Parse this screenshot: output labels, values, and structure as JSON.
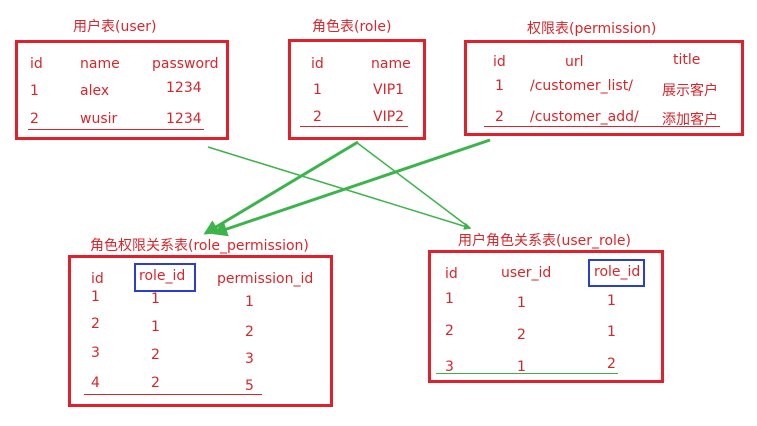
{
  "colors": {
    "table": "#d9262b",
    "border": "#e0202a",
    "arrow": "#3cb44b",
    "highlight": "#2a3fd0"
  },
  "user": {
    "title": "用户表(user)",
    "headers": [
      "id",
      "name",
      "password"
    ],
    "rows": [
      [
        "1",
        "alex",
        "1234"
      ],
      [
        "2",
        "wusir",
        "1234"
      ]
    ]
  },
  "role": {
    "title": "角色表(role)",
    "headers": [
      "id",
      "name"
    ],
    "rows": [
      [
        "1",
        "VIP1"
      ],
      [
        "2",
        "VIP2"
      ]
    ]
  },
  "permission": {
    "title": "权限表(permission)",
    "headers": [
      "id",
      "url",
      "title"
    ],
    "rows": [
      [
        "1",
        "/customer_list/",
        "展示客户"
      ],
      [
        "2",
        "/customer_add/",
        "添加客户"
      ]
    ]
  },
  "role_permission": {
    "title": "角色权限关系表(role_permission)",
    "headers": [
      "id",
      "role_id",
      "permission_id"
    ],
    "rows": [
      [
        "1",
        "1",
        "1"
      ],
      [
        "2",
        "1",
        "2"
      ],
      [
        "3",
        "2",
        "3"
      ],
      [
        "4",
        "2",
        "5"
      ]
    ]
  },
  "user_role": {
    "title": "用户角色关系表(user_role)",
    "headers": [
      "id",
      "user_id",
      "role_id"
    ],
    "rows": [
      [
        "1",
        "1",
        "1"
      ],
      [
        "2",
        "2",
        "1"
      ],
      [
        "3",
        "1",
        "2"
      ]
    ]
  }
}
